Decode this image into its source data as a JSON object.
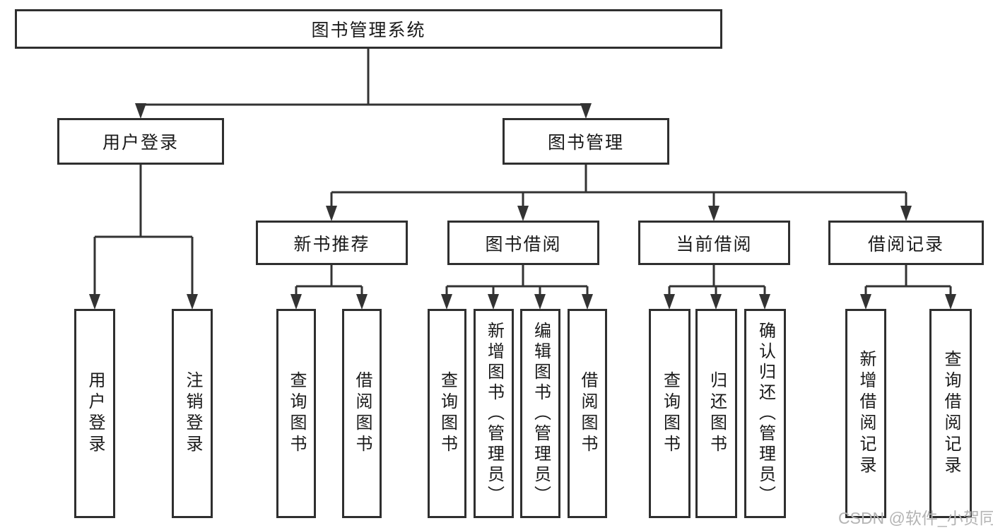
{
  "tree": {
    "root": "图书管理系统",
    "user_login": {
      "label": "用户登录",
      "leaves": [
        "用户登录",
        "注销登录"
      ]
    },
    "book_mgmt": {
      "label": "图书管理",
      "sections": [
        {
          "label": "新书推荐",
          "leaves": [
            "查询图书",
            "借阅图书"
          ]
        },
        {
          "label": "图书借阅",
          "leaves": [
            "查询图书",
            "新增图书（管理员）",
            "编辑图书（管理员）",
            "借阅图书"
          ]
        },
        {
          "label": "当前借阅",
          "leaves": [
            "查询图书",
            "归还图书",
            "确认归还（管理员）"
          ]
        },
        {
          "label": "借阅记录",
          "leaves": [
            "新增借阅记录",
            "查询借阅记录"
          ]
        }
      ]
    }
  },
  "watermark": "CSDN @软件_小贺同学",
  "colors": {
    "line": "#333333",
    "box_border": "#2f2f2f",
    "text": "#1a1a1a",
    "watermark": "#b4b4b4",
    "background": "#ffffff"
  }
}
